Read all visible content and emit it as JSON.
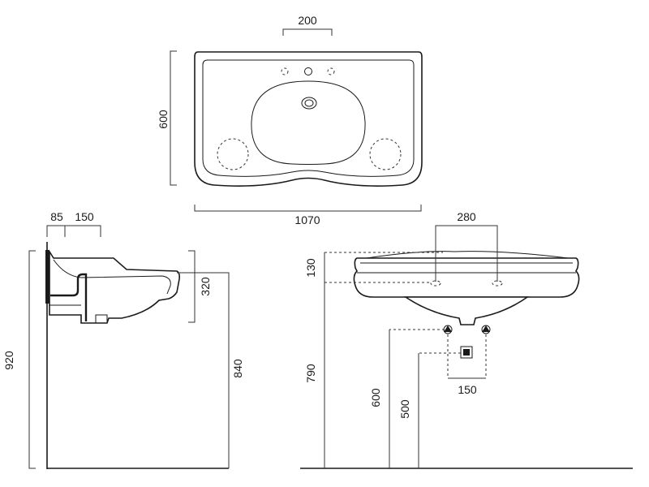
{
  "dimensions": {
    "top_tap_spacing": "200",
    "top_depth": "600",
    "top_width": "1070",
    "side_wall_offset": "85",
    "side_bracket": "150",
    "side_bowl_height": "320",
    "side_total_height": "920",
    "side_support_height": "840",
    "front_tap_spacing": "280",
    "front_rim_height": "130",
    "front_basin_height": "790",
    "front_supply_height": "600",
    "front_waste_height": "500",
    "front_supply_spacing": "150"
  }
}
